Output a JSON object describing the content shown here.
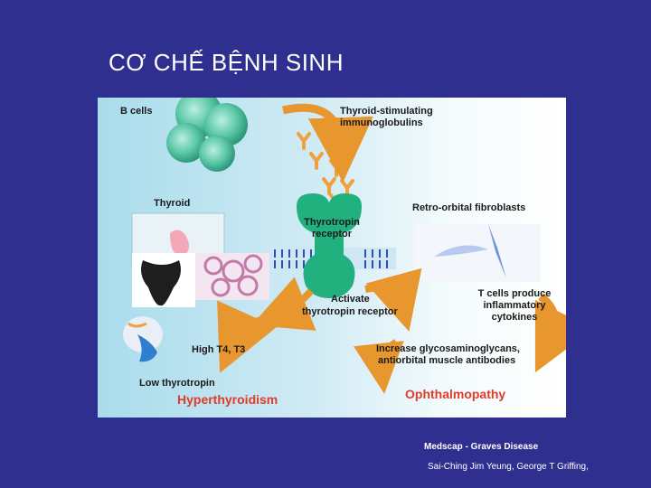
{
  "title": "CƠ CHẾ BỆNH SINH",
  "figure": {
    "b_cells": "B cells",
    "tsi_line1": "Thyroid-stimulating",
    "tsi_line2": "immunoglobulins",
    "thyroid": "Thyroid",
    "receptor_line1": "Thyrotropin",
    "receptor_line2": "receptor",
    "retro": "Retro-orbital fibroblasts",
    "activate_line1": "Activate",
    "activate_line2": "thyrotropin receptor",
    "tcells_line1": "T cells produce",
    "tcells_line2": "inflammatory",
    "tcells_line3": "cytokines",
    "high_t4": "High T4, T3",
    "increase_line1": "Increase glycosaminoglycans,",
    "increase_line2": "antiorbital muscle antibodies",
    "low_tsh": "Low  thyrotropin",
    "hyper": "Hyperthyroidism",
    "ophth": "Ophthalmopathy"
  },
  "credit": {
    "source": "Medscap - Graves Disease",
    "authors": "Sai-Ching Jim Yeung,  George T Griffing,"
  },
  "colors": {
    "background": "#2f2f8f",
    "arrow": "#e8962e",
    "receptor": "#21b07e",
    "accent_text": "#e03a2a"
  }
}
